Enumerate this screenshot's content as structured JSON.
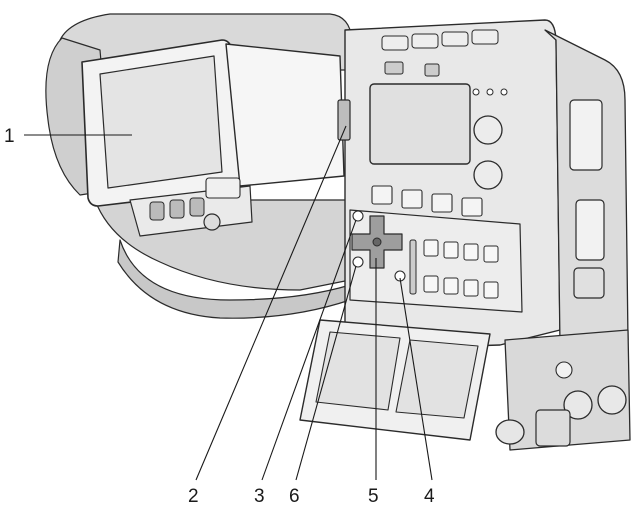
{
  "figure": {
    "callouts": [
      {
        "id": "1",
        "label": "1"
      },
      {
        "id": "2",
        "label": "2"
      },
      {
        "id": "3",
        "label": "3"
      },
      {
        "id": "6",
        "label": "6"
      },
      {
        "id": "5",
        "label": "5"
      },
      {
        "id": "4",
        "label": "4"
      }
    ]
  },
  "colors": {
    "ink": "#2b2b2b",
    "screen_fill": "#e4e4e4",
    "body_shade": "#cfcfcf",
    "background": "#ffffff"
  }
}
